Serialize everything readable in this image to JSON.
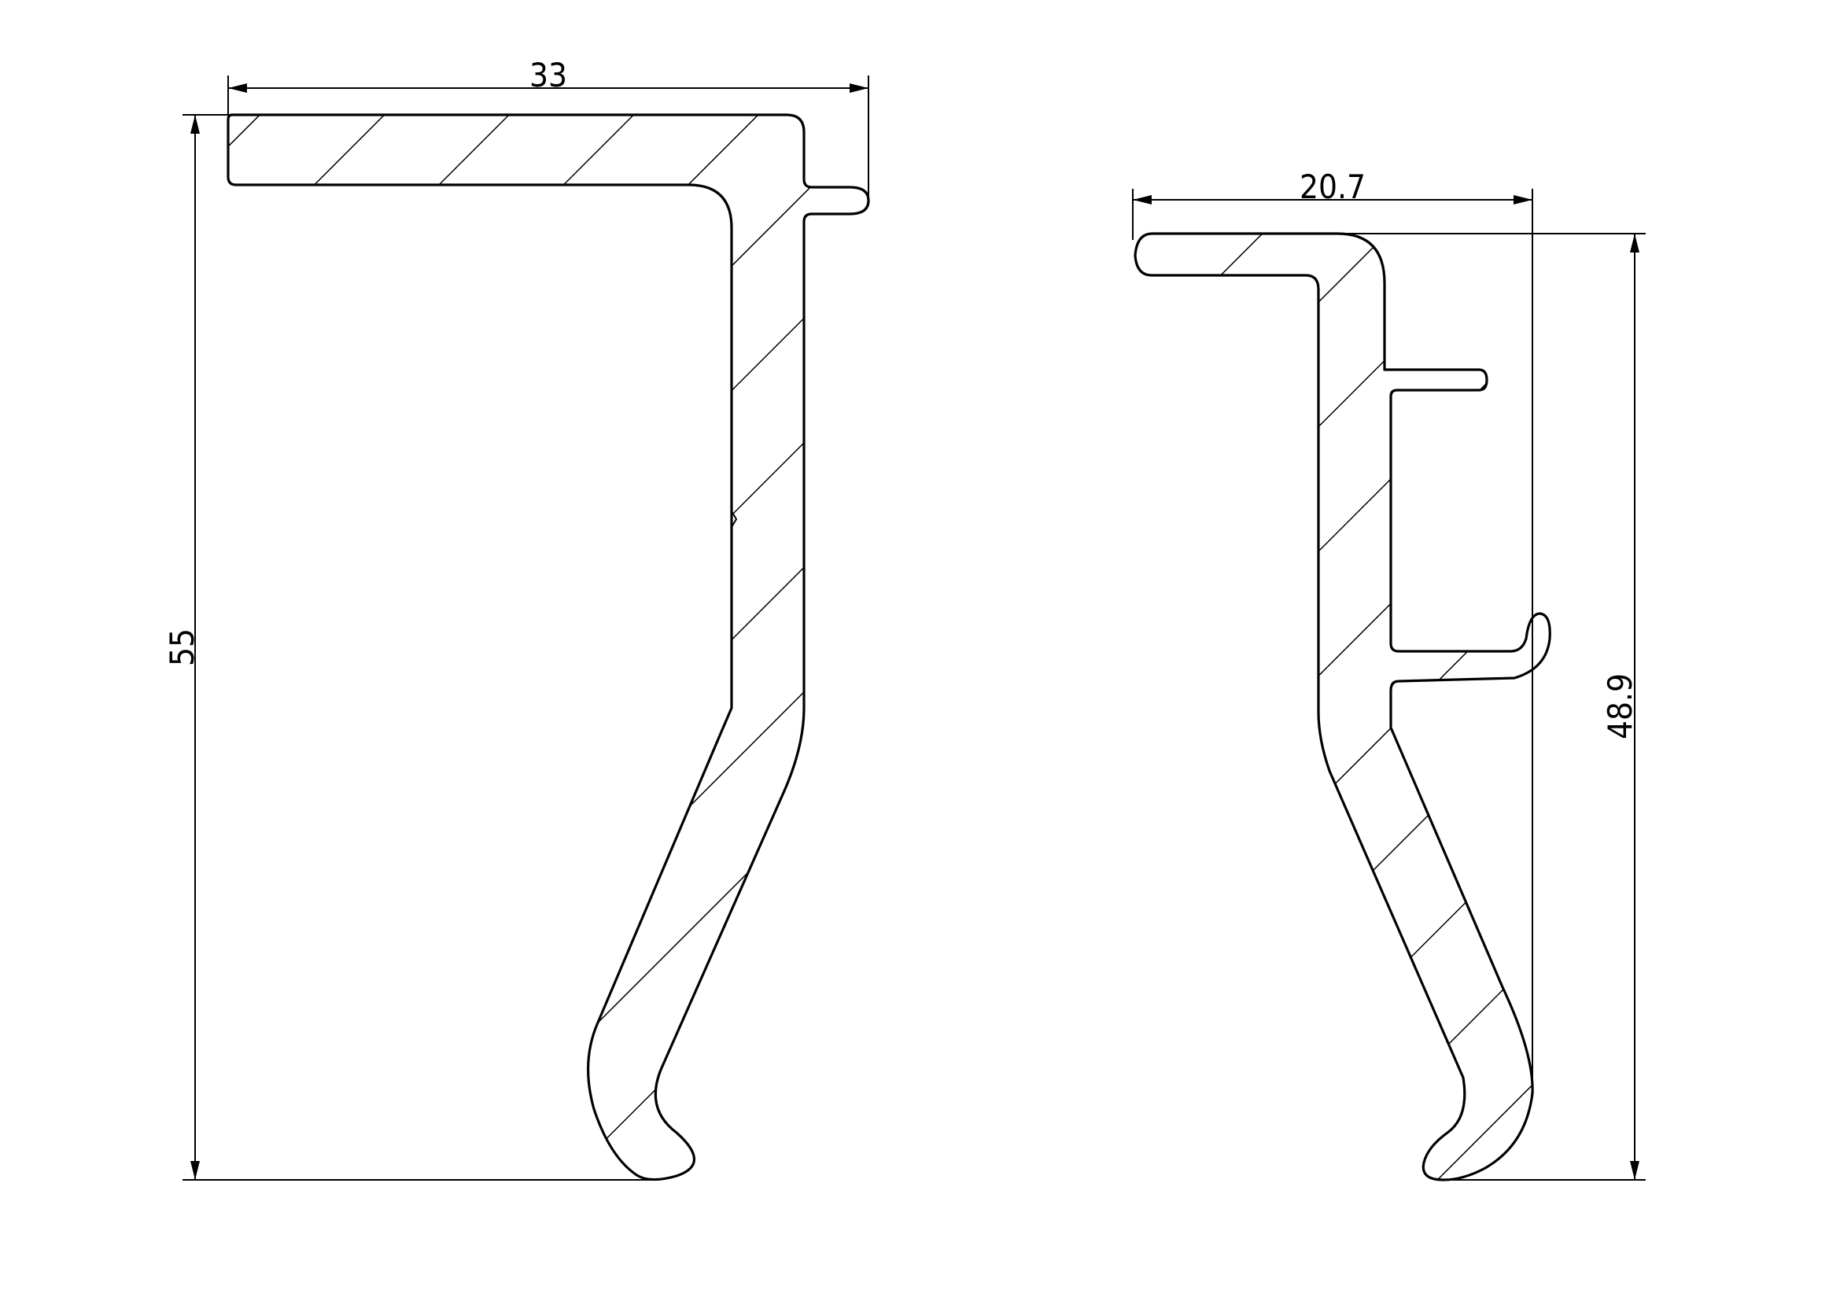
{
  "profiles": [
    {
      "id": "left",
      "width_label": "33",
      "height_label": "55"
    },
    {
      "id": "right",
      "width_label": "20.7",
      "height_label": "48.9"
    }
  ],
  "colors": {
    "line": "#000000",
    "background": "#ffffff"
  }
}
